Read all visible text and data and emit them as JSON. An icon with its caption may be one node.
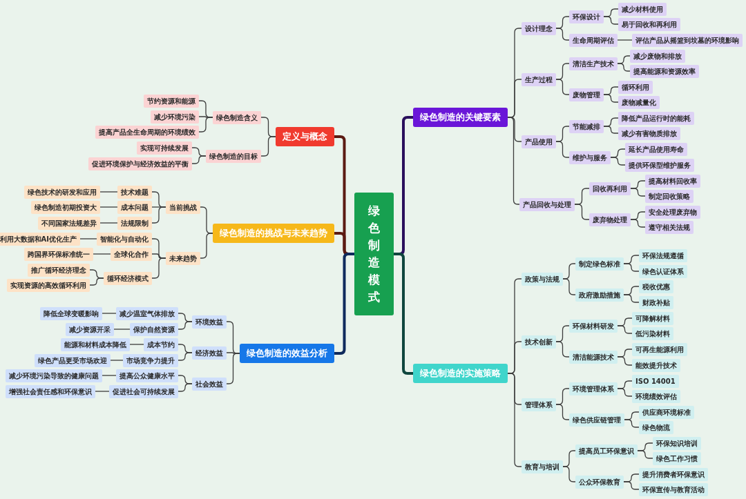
{
  "diagram": {
    "nodes": [
      {
        "text": [
          "绿色制造模式"
        ]
      },
      {
        "text": [
          "定义与概念"
        ]
      },
      {
        "text": [
          "绿色制造含义"
        ]
      },
      {
        "text": [
          "节约资源和能源"
        ]
      },
      {
        "text": [
          "减少环境污染"
        ]
      },
      {
        "text": [
          "提高产品全生命周期的环境绩效"
        ]
      },
      {
        "text": [
          "绿色制造的目标"
        ]
      },
      {
        "text": [
          "实现可持续发展"
        ]
      },
      {
        "text": [
          "促进环境保护与经济效益的平衡"
        ]
      },
      {
        "text": [
          "绿色制造的挑战与未来趋势"
        ]
      },
      {
        "text": [
          "当前挑战"
        ]
      },
      {
        "text": [
          "技术难题"
        ]
      },
      {
        "text": [
          "绿色技术的研发和应用"
        ]
      },
      {
        "text": [
          "成本问题"
        ]
      },
      {
        "text": [
          "绿色制造初期投资大"
        ]
      },
      {
        "text": [
          "法规限制"
        ]
      },
      {
        "text": [
          "不同国家法规差异"
        ]
      },
      {
        "text": [
          "未来趋势"
        ]
      },
      {
        "text": [
          "智能化与自动化"
        ]
      },
      {
        "text": [
          "利用大数据和AI优化生产"
        ]
      },
      {
        "text": [
          "全球化合作"
        ]
      },
      {
        "text": [
          "跨国界环保标准统一"
        ]
      },
      {
        "text": [
          "循环经济模式"
        ]
      },
      {
        "text": [
          "推广循环经济理念"
        ]
      },
      {
        "text": [
          "实现资源的高效循环利用"
        ]
      },
      {
        "text": [
          "绿色制造的效益分析"
        ]
      },
      {
        "text": [
          "环境效益"
        ]
      },
      {
        "text": [
          "减少温室气体排放"
        ]
      },
      {
        "text": [
          "降低全球变暖影响"
        ]
      },
      {
        "text": [
          "保护自然资源"
        ]
      },
      {
        "text": [
          "减少资源开采"
        ]
      },
      {
        "text": [
          "经济效益"
        ]
      },
      {
        "text": [
          "成本节约"
        ]
      },
      {
        "text": [
          "能源和材料成本降低"
        ]
      },
      {
        "text": [
          "市场竞争力提升"
        ]
      },
      {
        "text": [
          "绿色产品更受市场欢迎"
        ]
      },
      {
        "text": [
          "社会效益"
        ]
      },
      {
        "text": [
          "提高公众健康水平"
        ]
      },
      {
        "text": [
          "减少环境污染导致的健康问题"
        ]
      },
      {
        "text": [
          "促进社会可持续发展"
        ]
      },
      {
        "text": [
          "增强社会责任感和环保意识"
        ]
      },
      {
        "text": [
          "绿色制造的关键要素"
        ]
      },
      {
        "text": [
          "设计理念"
        ]
      },
      {
        "text": [
          "环保设计"
        ]
      },
      {
        "text": [
          "减少材料使用"
        ]
      },
      {
        "text": [
          "易于回收和再利用"
        ]
      },
      {
        "text": [
          "生命周期评估"
        ]
      },
      {
        "text": [
          "评估产品从摇篮到坟墓的环境影响"
        ]
      },
      {
        "text": [
          "生产过程"
        ]
      },
      {
        "text": [
          "清洁生产技术"
        ]
      },
      {
        "text": [
          "减少废物和排放"
        ]
      },
      {
        "text": [
          "提高能源和资源效率"
        ]
      },
      {
        "text": [
          "废物管理"
        ]
      },
      {
        "text": [
          "循环利用"
        ]
      },
      {
        "text": [
          "废物减量化"
        ]
      },
      {
        "text": [
          "产品使用"
        ]
      },
      {
        "text": [
          "节能减排"
        ]
      },
      {
        "text": [
          "降低产品运行时的能耗"
        ]
      },
      {
        "text": [
          "减少有害物质排放"
        ]
      },
      {
        "text": [
          "维护与服务"
        ]
      },
      {
        "text": [
          "延长产品使用寿命"
        ]
      },
      {
        "text": [
          "提供环保型维护服务"
        ]
      },
      {
        "text": [
          "产品回收与处理"
        ]
      },
      {
        "text": [
          "回收再利用"
        ]
      },
      {
        "text": [
          "提高材料回收率"
        ]
      },
      {
        "text": [
          "制定回收策略"
        ]
      },
      {
        "text": [
          "废弃物处理"
        ]
      },
      {
        "text": [
          "安全处理废弃物"
        ]
      },
      {
        "text": [
          "遵守相关法规"
        ]
      },
      {
        "text": [
          "绿色制造的实施策略"
        ]
      },
      {
        "text": [
          "政策与法规"
        ]
      },
      {
        "text": [
          "制定绿色标准"
        ]
      },
      {
        "text": [
          "环保法规遵循"
        ]
      },
      {
        "text": [
          "绿色认证体系"
        ]
      },
      {
        "text": [
          "政府激励措施"
        ]
      },
      {
        "text": [
          "税收优惠"
        ]
      },
      {
        "text": [
          "财政补贴"
        ]
      },
      {
        "text": [
          "技术创新"
        ]
      },
      {
        "text": [
          "环保材料研发"
        ]
      },
      {
        "text": [
          "可降解材料"
        ]
      },
      {
        "text": [
          "低污染材料"
        ]
      },
      {
        "text": [
          "清洁能源技术"
        ]
      },
      {
        "text": [
          "可再生能源利用"
        ]
      },
      {
        "text": [
          "能效提升技术"
        ]
      },
      {
        "text": [
          "管理体系"
        ]
      },
      {
        "text": [
          "环境管理体系"
        ]
      },
      {
        "text": [
          "ISO 14001"
        ]
      },
      {
        "text": [
          "环境绩效评估"
        ]
      },
      {
        "text": [
          "绿色供应链管理"
        ]
      },
      {
        "text": [
          "供应商环境标准"
        ]
      },
      {
        "text": [
          "绿色物流"
        ]
      },
      {
        "text": [
          "教育与培训"
        ]
      },
      {
        "text": [
          "提高员工环保意识"
        ]
      },
      {
        "text": [
          "环保知识培训"
        ]
      },
      {
        "text": [
          "绿色工作习惯"
        ]
      },
      {
        "text": [
          "公众环保教育"
        ]
      },
      {
        "text": [
          "提升消费者环保意识"
        ]
      },
      {
        "text": [
          "环保宣传与教育活动"
        ]
      }
    ],
    "edges": [
      {
        "from": 0,
        "to": 1,
        "arrow": "none",
        "style": "thick",
        "color": "#5b1a12"
      },
      {
        "from": 0,
        "to": 9,
        "arrow": "none",
        "style": "thick",
        "color": "#5b1a12"
      },
      {
        "from": 0,
        "to": 25,
        "arrow": "none",
        "style": "thick",
        "color": "#0f2a5c"
      },
      {
        "from": 0,
        "to": 41,
        "arrow": "none",
        "style": "thick",
        "color": "#2a0f5c"
      },
      {
        "from": 0,
        "to": 69,
        "arrow": "none",
        "style": "thick",
        "color": "#10463e"
      },
      {
        "from": 1,
        "to": 2,
        "arrow": "none"
      },
      {
        "from": 2,
        "to": 3,
        "arrow": "none"
      },
      {
        "from": 2,
        "to": 4,
        "arrow": "none"
      },
      {
        "from": 2,
        "to": 5,
        "arrow": "none"
      },
      {
        "from": 1,
        "to": 6,
        "arrow": "none"
      },
      {
        "from": 6,
        "to": 7,
        "arrow": "none"
      },
      {
        "from": 6,
        "to": 8,
        "arrow": "none"
      },
      {
        "from": 9,
        "to": 10,
        "arrow": "none"
      },
      {
        "from": 10,
        "to": 11,
        "arrow": "none"
      },
      {
        "from": 11,
        "to": 12,
        "arrow": "none"
      },
      {
        "from": 10,
        "to": 13,
        "arrow": "none"
      },
      {
        "from": 13,
        "to": 14,
        "arrow": "none"
      },
      {
        "from": 10,
        "to": 15,
        "arrow": "none"
      },
      {
        "from": 15,
        "to": 16,
        "arrow": "none"
      },
      {
        "from": 9,
        "to": 17,
        "arrow": "none"
      },
      {
        "from": 17,
        "to": 18,
        "arrow": "none"
      },
      {
        "from": 18,
        "to": 19,
        "arrow": "none"
      },
      {
        "from": 17,
        "to": 20,
        "arrow": "none"
      },
      {
        "from": 20,
        "to": 21,
        "arrow": "none"
      },
      {
        "from": 17,
        "to": 22,
        "arrow": "none"
      },
      {
        "from": 22,
        "to": 23,
        "arrow": "none"
      },
      {
        "from": 22,
        "to": 24,
        "arrow": "none"
      },
      {
        "from": 25,
        "to": 26,
        "arrow": "none"
      },
      {
        "from": 26,
        "to": 27,
        "arrow": "none"
      },
      {
        "from": 27,
        "to": 28,
        "arrow": "none"
      },
      {
        "from": 26,
        "to": 29,
        "arrow": "none"
      },
      {
        "from": 29,
        "to": 30,
        "arrow": "none"
      },
      {
        "from": 25,
        "to": 31,
        "arrow": "none"
      },
      {
        "from": 31,
        "to": 32,
        "arrow": "none"
      },
      {
        "from": 32,
        "to": 33,
        "arrow": "none"
      },
      {
        "from": 31,
        "to": 34,
        "arrow": "none"
      },
      {
        "from": 34,
        "to": 35,
        "arrow": "none"
      },
      {
        "from": 25,
        "to": 36,
        "arrow": "none"
      },
      {
        "from": 36,
        "to": 37,
        "arrow": "none"
      },
      {
        "from": 37,
        "to": 38,
        "arrow": "none"
      },
      {
        "from": 36,
        "to": 39,
        "arrow": "none"
      },
      {
        "from": 39,
        "to": 40,
        "arrow": "none"
      },
      {
        "from": 41,
        "to": 42,
        "arrow": "none"
      },
      {
        "from": 42,
        "to": 43,
        "arrow": "none"
      },
      {
        "from": 43,
        "to": 44,
        "arrow": "none"
      },
      {
        "from": 43,
        "to": 45,
        "arrow": "none"
      },
      {
        "from": 42,
        "to": 46,
        "arrow": "none"
      },
      {
        "from": 46,
        "to": 47,
        "arrow": "none"
      },
      {
        "from": 41,
        "to": 48,
        "arrow": "none"
      },
      {
        "from": 48,
        "to": 49,
        "arrow": "none"
      },
      {
        "from": 49,
        "to": 50,
        "arrow": "none"
      },
      {
        "from": 49,
        "to": 51,
        "arrow": "none"
      },
      {
        "from": 48,
        "to": 52,
        "arrow": "none"
      },
      {
        "from": 52,
        "to": 53,
        "arrow": "none"
      },
      {
        "from": 52,
        "to": 54,
        "arrow": "none"
      },
      {
        "from": 41,
        "to": 55,
        "arrow": "none"
      },
      {
        "from": 55,
        "to": 56,
        "arrow": "none"
      },
      {
        "from": 56,
        "to": 57,
        "arrow": "none"
      },
      {
        "from": 56,
        "to": 58,
        "arrow": "none"
      },
      {
        "from": 55,
        "to": 59,
        "arrow": "none"
      },
      {
        "from": 59,
        "to": 60,
        "arrow": "none"
      },
      {
        "from": 59,
        "to": 61,
        "arrow": "none"
      },
      {
        "from": 41,
        "to": 62,
        "arrow": "none"
      },
      {
        "from": 62,
        "to": 63,
        "arrow": "none"
      },
      {
        "from": 63,
        "to": 64,
        "arrow": "none"
      },
      {
        "from": 63,
        "to": 65,
        "arrow": "none"
      },
      {
        "from": 62,
        "to": 66,
        "arrow": "none"
      },
      {
        "from": 66,
        "to": 67,
        "arrow": "none"
      },
      {
        "from": 66,
        "to": 68,
        "arrow": "none"
      },
      {
        "from": 69,
        "to": 70,
        "arrow": "none"
      },
      {
        "from": 70,
        "to": 71,
        "arrow": "none"
      },
      {
        "from": 71,
        "to": 72,
        "arrow": "none"
      },
      {
        "from": 71,
        "to": 73,
        "arrow": "none"
      },
      {
        "from": 70,
        "to": 74,
        "arrow": "none"
      },
      {
        "from": 74,
        "to": 75,
        "arrow": "none"
      },
      {
        "from": 74,
        "to": 76,
        "arrow": "none"
      },
      {
        "from": 69,
        "to": 77,
        "arrow": "none"
      },
      {
        "from": 77,
        "to": 78,
        "arrow": "none"
      },
      {
        "from": 78,
        "to": 79,
        "arrow": "none"
      },
      {
        "from": 78,
        "to": 80,
        "arrow": "none"
      },
      {
        "from": 77,
        "to": 81,
        "arrow": "none"
      },
      {
        "from": 81,
        "to": 82,
        "arrow": "none"
      },
      {
        "from": 81,
        "to": 83,
        "arrow": "none"
      },
      {
        "from": 69,
        "to": 84,
        "arrow": "none"
      },
      {
        "from": 84,
        "to": 85,
        "arrow": "none"
      },
      {
        "from": 85,
        "to": 86,
        "arrow": "none"
      },
      {
        "from": 85,
        "to": 87,
        "arrow": "none"
      },
      {
        "from": 84,
        "to": 88,
        "arrow": "none"
      },
      {
        "from": 88,
        "to": 89,
        "arrow": "none"
      },
      {
        "from": 88,
        "to": 90,
        "arrow": "none"
      },
      {
        "from": 69,
        "to": 91,
        "arrow": "none"
      },
      {
        "from": 91,
        "to": 92,
        "arrow": "none"
      },
      {
        "from": 92,
        "to": 93,
        "arrow": "none"
      },
      {
        "from": 92,
        "to": 94,
        "arrow": "none"
      },
      {
        "from": 91,
        "to": 95,
        "arrow": "none"
      },
      {
        "from": 95,
        "to": 96,
        "arrow": "none"
      },
      {
        "from": 95,
        "to": 97,
        "arrow": "none"
      }
    ]
  }
}
